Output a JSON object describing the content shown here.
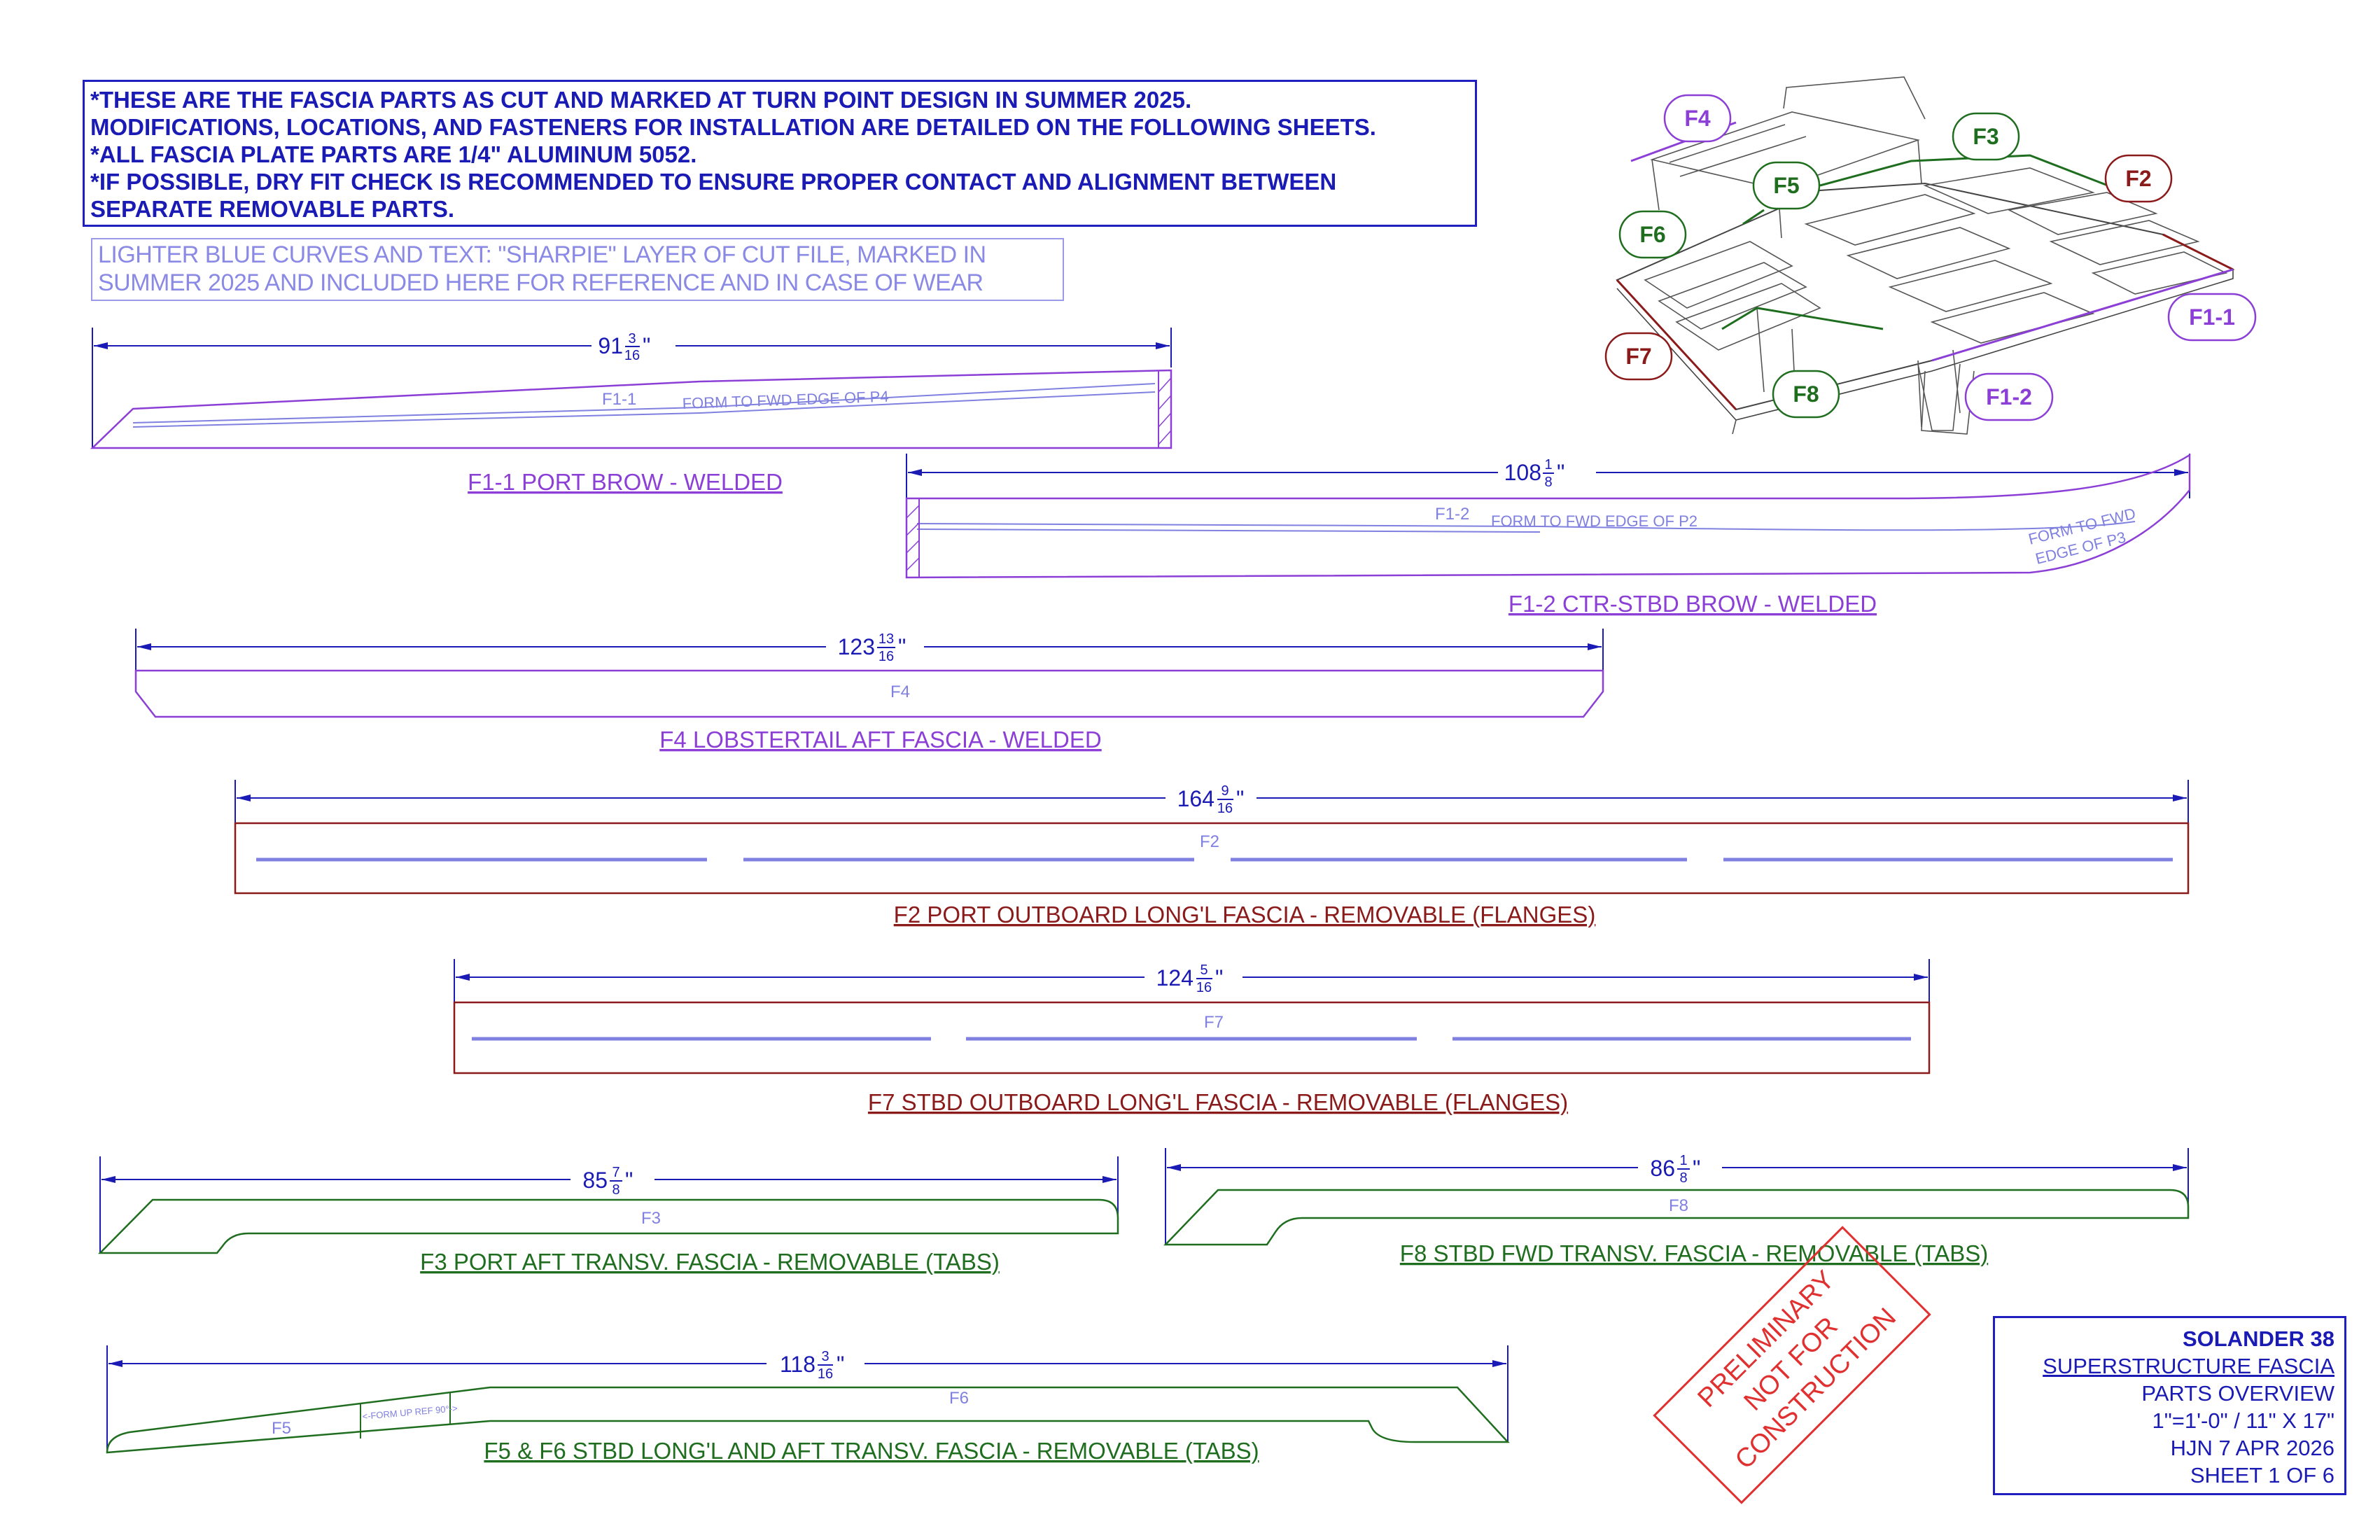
{
  "notes": [
    "*THESE ARE THE FASCIA PARTS AS CUT AND MARKED AT TURN POINT DESIGN IN SUMMER 2025.",
    "MODIFICATIONS, LOCATIONS, AND FASTENERS FOR INSTALLATION ARE DETAILED ON THE FOLLOWING SHEETS.",
    "*ALL FASCIA PLATE PARTS ARE 1/4\" ALUMINUM 5052.",
    "*IF POSSIBLE, DRY FIT CHECK IS RECOMMENDED TO ENSURE PROPER CONTACT AND ALIGNMENT BETWEEN",
    "SEPARATE REMOVABLE PARTS."
  ],
  "legend": [
    "LIGHTER BLUE CURVES AND TEXT: \"SHARPIE\" LAYER OF CUT FILE, MARKED IN",
    "SUMMER 2025 AND INCLUDED HERE FOR REFERENCE AND IN CASE OF WEAR"
  ],
  "colors": {
    "blue": "#1a1ab5",
    "purple": "#8c3fd6",
    "red": "#8b1a1a",
    "green": "#1f6e1f",
    "sharpie": "#8080e0",
    "stamp": "#e03030"
  },
  "parts": {
    "f1_1": {
      "dim_whole": "91",
      "dim_num": "3",
      "dim_den": "16",
      "mark": "F1-1",
      "note": "FORM TO FWD EDGE OF P4",
      "caption": "F1-1 PORT BROW - WELDED"
    },
    "f1_2": {
      "dim_whole": "108",
      "dim_num": "1",
      "dim_den": "8",
      "mark": "F1-2",
      "note": "FORM TO FWD EDGE OF P2",
      "note2_line1": "FORM TO FWD",
      "note2_line2": "EDGE OF P3",
      "caption": "F1-2 CTR-STBD BROW - WELDED"
    },
    "f4": {
      "dim_whole": "123",
      "dim_num": "13",
      "dim_den": "16",
      "mark": "F4",
      "caption": "F4 LOBSTERTAIL AFT FASCIA - WELDED"
    },
    "f2": {
      "dim_whole": "164",
      "dim_num": "9",
      "dim_den": "16",
      "mark": "F2",
      "caption": "F2 PORT OUTBOARD LONG'L FASCIA - REMOVABLE (FLANGES)"
    },
    "f7": {
      "dim_whole": "124",
      "dim_num": "5",
      "dim_den": "16",
      "mark": "F7",
      "caption": "F7 STBD OUTBOARD LONG'L FASCIA - REMOVABLE (FLANGES)"
    },
    "f3": {
      "dim_whole": "85",
      "dim_num": "7",
      "dim_den": "8",
      "mark": "F3",
      "caption": "F3 PORT AFT TRANSV. FASCIA - REMOVABLE (TABS)"
    },
    "f8": {
      "dim_whole": "86",
      "dim_num": "1",
      "dim_den": "8",
      "mark": "F8",
      "caption": "F8 STBD FWD TRANSV. FASCIA - REMOVABLE (TABS)"
    },
    "f5_f6": {
      "dim_whole": "118",
      "dim_num": "3",
      "dim_den": "16",
      "mark_f5": "F5",
      "mark_f6": "F6",
      "note": "<-FORM UP REF 90°->",
      "caption": "F5 & F6 STBD LONG'L AND AFT TRANSV. FASCIA - REMOVABLE (TABS)"
    }
  },
  "callouts": {
    "f4": "F4",
    "f3": "F3",
    "f2": "F2",
    "f5": "F5",
    "f6": "F6",
    "f1_1": "F1-1",
    "f7": "F7",
    "f8": "F8",
    "f1_2": "F1-2"
  },
  "stamp": [
    "PRELIMINARY",
    "NOT FOR",
    "CONSTRUCTION"
  ],
  "title_block": {
    "project": "SOLANDER 38",
    "subject": "SUPERSTRUCTURE FASCIA",
    "sheet_title": "PARTS OVERVIEW",
    "scale": "1\"=1'-0\" / 11\" X 17\"",
    "drawn": "HJN 7 APR 2026",
    "sheet": "SHEET 1 OF 6"
  }
}
